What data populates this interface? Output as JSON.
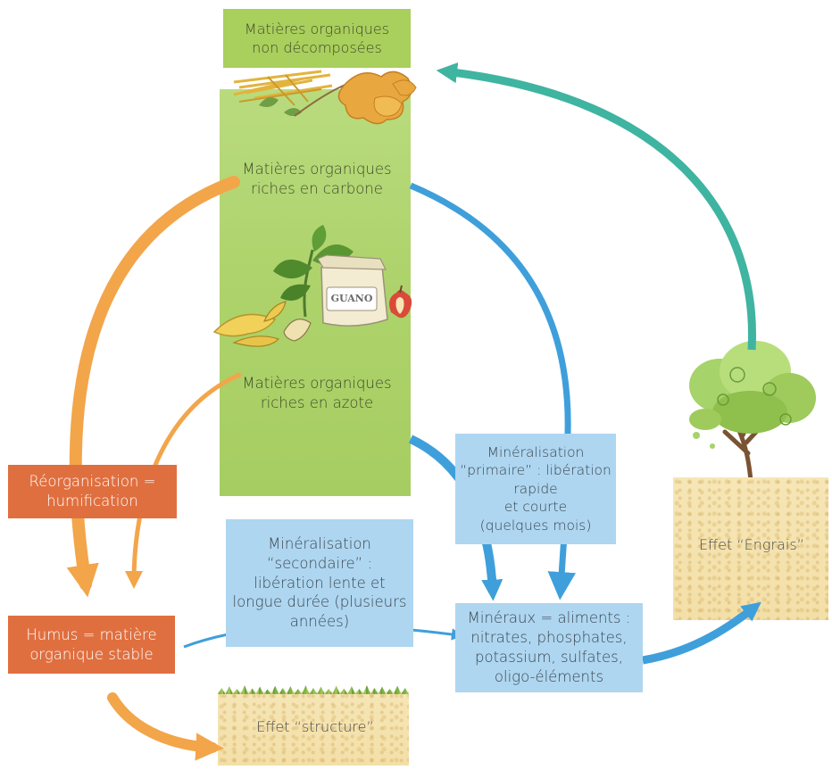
{
  "labels": {
    "undecomposed": "Matières organiques\nnon décomposées",
    "carbon_rich": "Matières organiques\nriches en carbone",
    "nitrogen_rich": "Matières organiques\nriches en azote",
    "reorganisation": "Réorganisation =\nhumification",
    "humus": "Humus = matière\norganique stable",
    "primary_mineralisation": "Minéralisation\n“primaire” : libération\nrapide\net courte\n(quelques mois)",
    "secondary_mineralisation": "Minéralisation\n“secondaire” :\nlibération lente et\nlongue durée (plusieurs\nannées)",
    "minerals": "Minéraux = aliments :\nnitrates, phosphates,\npotassium, sulfates,\noligo-éléments",
    "fertilizer_effect": "Effet “Engrais”",
    "structure_effect": "Effet “structure”",
    "guano_bag": "GUANO"
  },
  "colors": {
    "green": "#a9cf5c",
    "blue_box": "#aed6f0",
    "blue_arrow": "#3f9fdb",
    "orange_box": "#e06f3f",
    "orange_arrow": "#f3a54a",
    "teal_arrow": "#3fb4a1",
    "soil": "#f3dfa8"
  }
}
